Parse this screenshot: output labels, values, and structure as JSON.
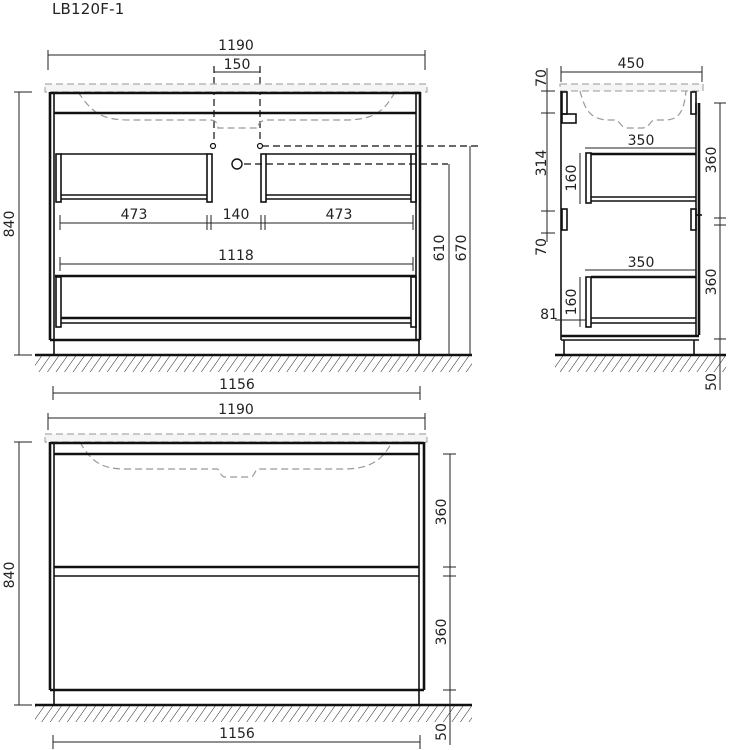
{
  "title": "LB120F-1",
  "views": {
    "front_open": {
      "width_total": "1190",
      "siphon_spacing": "150",
      "height_total": "840",
      "drawer_width_left": "473",
      "gap_between": "140",
      "drawer_width_right": "473",
      "lower_drawer_width": "1118",
      "pipe_height_1": "610",
      "pipe_height_2": "670",
      "base_width": "1156"
    },
    "side_section": {
      "depth": "450",
      "top_thickness": "70",
      "upper_zone": "314",
      "mid_gap": "70",
      "drawer_depth_upper": "350",
      "drawer_depth_lower": "350",
      "drawer_height_upper": "160",
      "drawer_height_lower": "160",
      "bottom_offset": "81",
      "front_height_upper": "360",
      "front_height_lower": "360",
      "leg_height": "50"
    },
    "front_closed": {
      "width_total": "1190",
      "height_total": "840",
      "front_height_upper": "360",
      "front_height_lower": "360",
      "leg_height": "50",
      "base_width": "1156"
    }
  },
  "colors": {
    "line": "#111111",
    "hidden_line": "#999999",
    "background": "#ffffff"
  }
}
